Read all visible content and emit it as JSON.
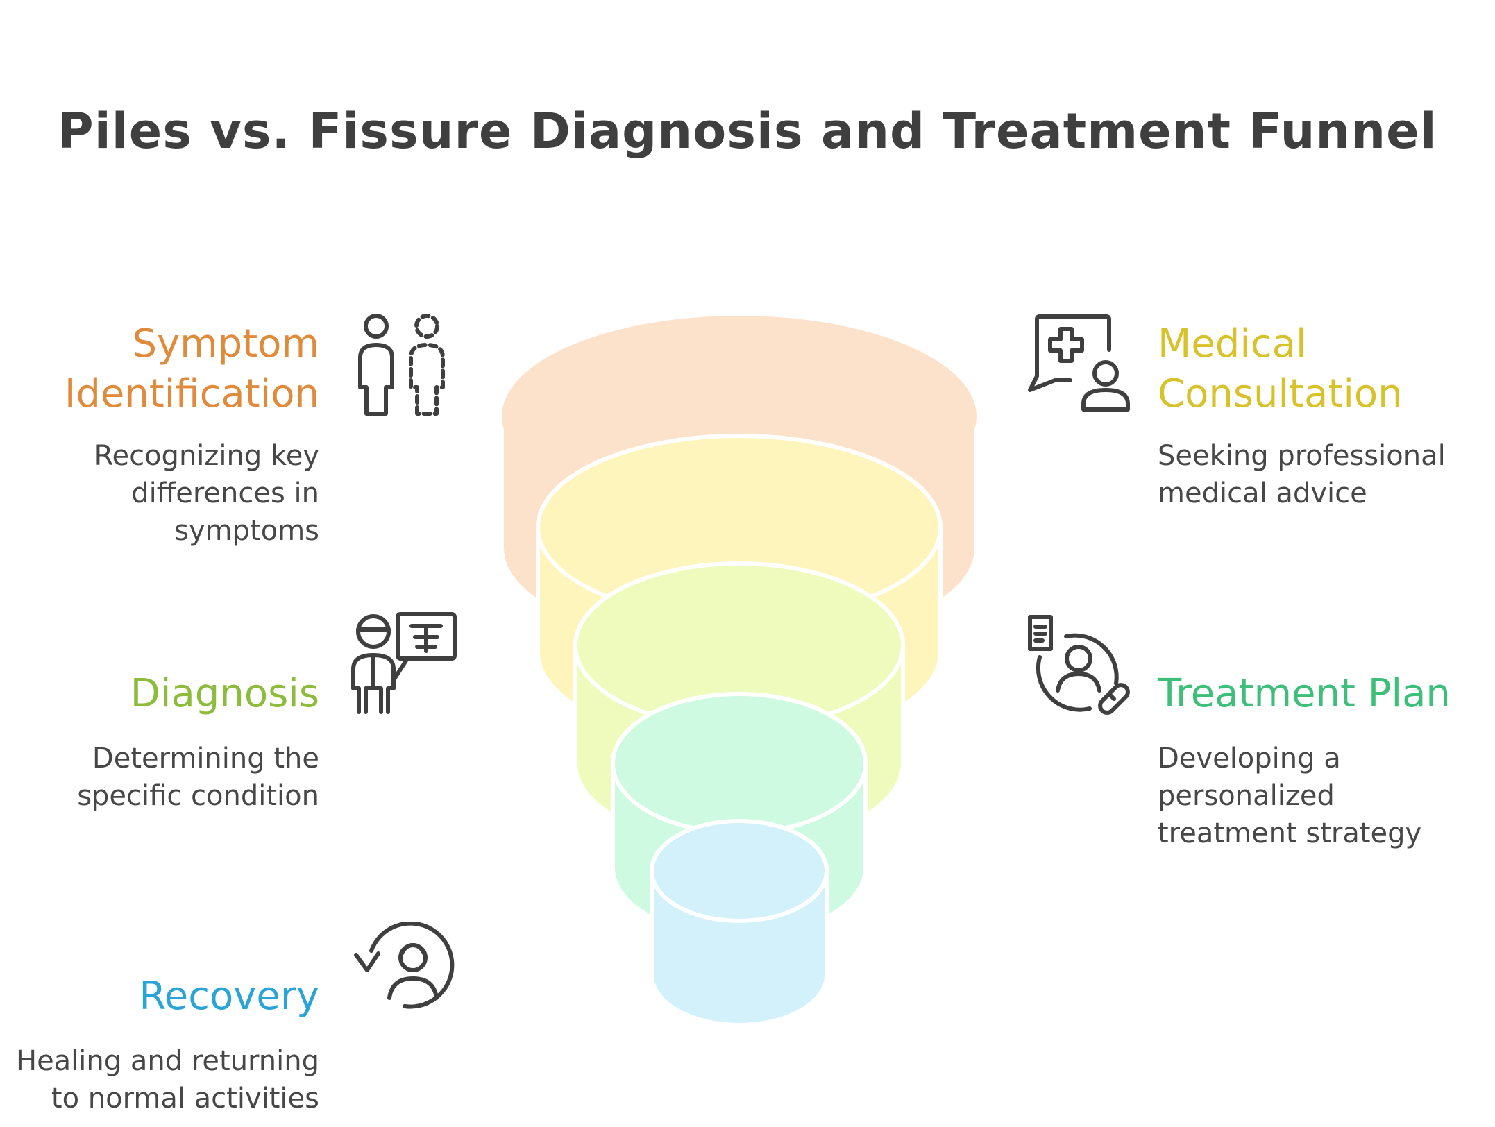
{
  "title": "Piles vs. Fissure Diagnosis and Treatment Funnel",
  "stages": [
    {
      "heading": "Symptom Identification",
      "heading_lines": [
        "Symptom",
        "Identification"
      ],
      "description_lines": [
        "Recognizing key",
        "differences in",
        "symptoms"
      ],
      "color": "#e08a3c",
      "layer_color": "#fde2cb",
      "icon": "person-dashed-outline-icon"
    },
    {
      "heading": "Medical Consultation",
      "heading_lines": [
        "Medical",
        "Consultation"
      ],
      "description_lines": [
        "Seeking professional",
        "medical advice"
      ],
      "color": "#d8c22a",
      "layer_color": "#fdf5bb",
      "icon": "medical-chat-icon"
    },
    {
      "heading": "Diagnosis",
      "heading_lines": [
        "Diagnosis"
      ],
      "description_lines": [
        "Determining the",
        "specific condition"
      ],
      "color": "#8dbb3b",
      "layer_color": "#eefbbd",
      "icon": "doctor-xray-icon"
    },
    {
      "heading": "Treatment Plan",
      "heading_lines": [
        "Treatment Plan"
      ],
      "description_lines": [
        "Developing a",
        "personalized",
        "treatment strategy"
      ],
      "color": "#3dbf7a",
      "layer_color": "#cdfae0",
      "icon": "patient-treatment-icon"
    },
    {
      "heading": "Recovery",
      "heading_lines": [
        "Recovery"
      ],
      "description_lines": [
        "Healing and returning",
        "to normal activities"
      ],
      "color": "#2aa4d6",
      "layer_color": "#d3f1fb",
      "icon": "recovery-icon"
    }
  ]
}
